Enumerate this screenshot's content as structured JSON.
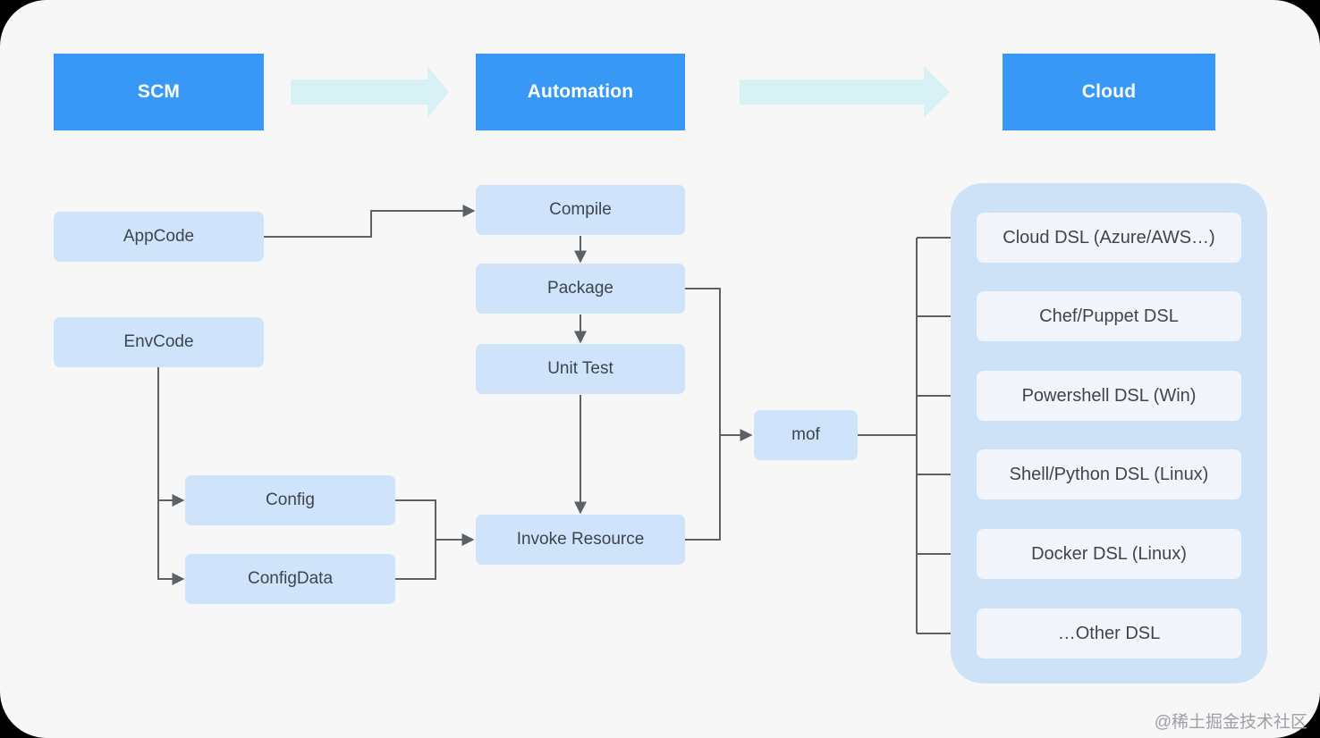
{
  "colors": {
    "canvas_bg": "#f7f7f8",
    "accent_blue": "#3799f5",
    "node_fill": "#cfe3fa",
    "panel_fill": "#cee2f7",
    "item_fill": "#f2f6fc",
    "connector": "#5c6166",
    "flow_arrow": "#d8f1f5",
    "text_dark": "#3d454e",
    "watermark": "#9da0a5"
  },
  "stages": [
    {
      "label": "SCM"
    },
    {
      "label": "Automation"
    },
    {
      "label": "Cloud"
    }
  ],
  "nodes": {
    "appcode": {
      "label": "AppCode"
    },
    "envcode": {
      "label": "EnvCode"
    },
    "config": {
      "label": "Config"
    },
    "configdata": {
      "label": "ConfigData"
    },
    "compile": {
      "label": "Compile"
    },
    "package": {
      "label": "Package"
    },
    "unittest": {
      "label": "Unit Test"
    },
    "invoke": {
      "label": "Invoke Resource"
    },
    "mof": {
      "label": "mof"
    }
  },
  "dsl_panel": {
    "items": [
      {
        "label": "Cloud DSL (Azure/AWS…)"
      },
      {
        "label": "Chef/Puppet DSL"
      },
      {
        "label": "Powershell DSL (Win)"
      },
      {
        "label": "Shell/Python DSL (Linux)"
      },
      {
        "label": "Docker DSL (Linux)"
      },
      {
        "label": "…Other DSL"
      }
    ]
  },
  "watermark": {
    "text": "@稀土掘金技术社区"
  }
}
